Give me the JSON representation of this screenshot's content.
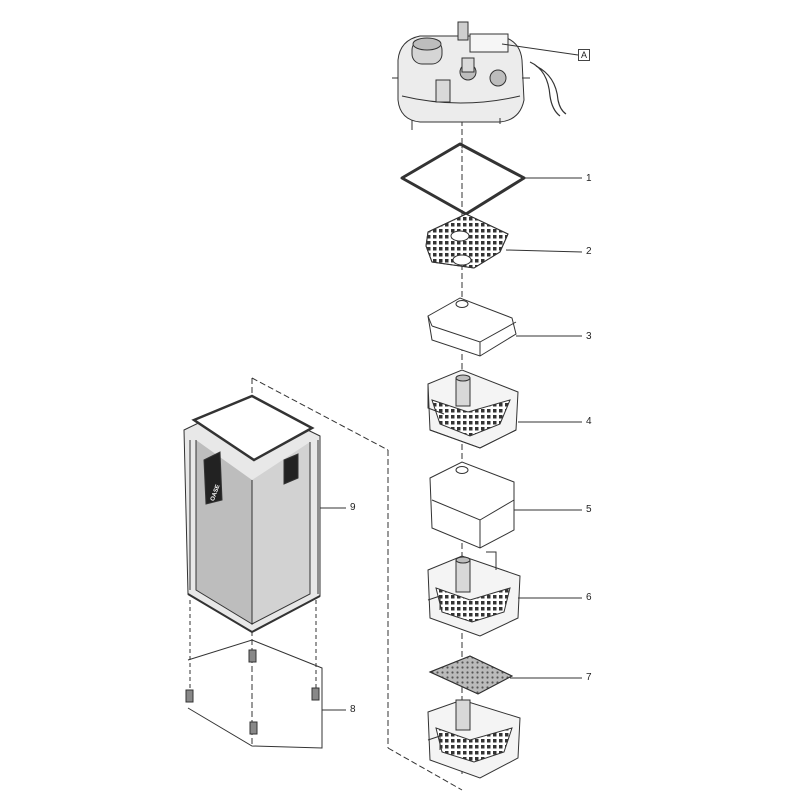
{
  "labels": {
    "A": "A",
    "p1": "1",
    "p2": "2",
    "p3": "3",
    "p4": "4",
    "p5": "5",
    "p6": "6",
    "p7": "7",
    "p8": "8",
    "p9": "9"
  },
  "brand": "OASE",
  "colors": {
    "stroke": "#333333",
    "fill_light": "#ffffff",
    "fill_mid": "#e6e6e6",
    "fill_dark": "#bdbdbd",
    "fill_black": "#222222"
  }
}
